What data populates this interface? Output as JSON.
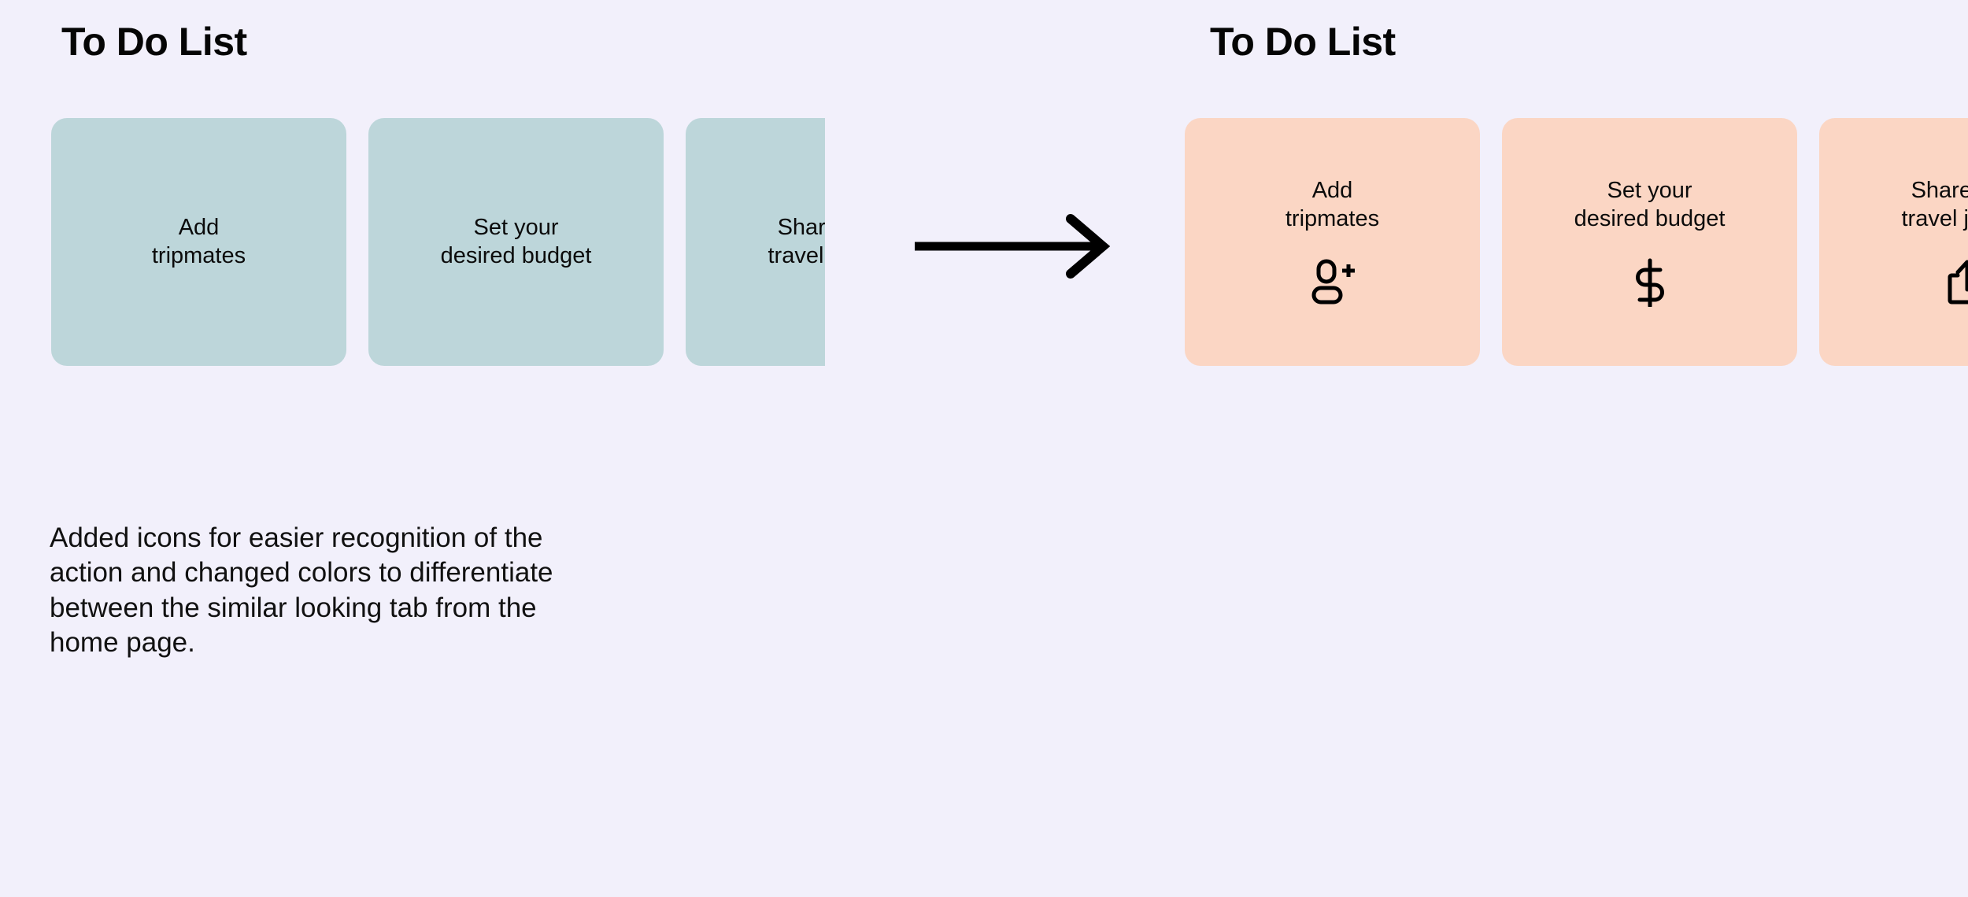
{
  "background_color": "#f2f0fb",
  "panels": [
    {
      "id": "before",
      "title": "To Do List",
      "card_color": "#bdd6da",
      "cards": [
        {
          "label": "Add\ntripmates",
          "icon": ""
        },
        {
          "label": "Set your\ndesired budget",
          "icon": ""
        },
        {
          "label": "Share your\ntravel journal",
          "icon": ""
        }
      ]
    },
    {
      "id": "after",
      "title": "To Do List",
      "card_color": "#fbd6c4",
      "cards": [
        {
          "label": "Add\ntripmates",
          "icon": "person-add-icon"
        },
        {
          "label": "Set your\ndesired budget",
          "icon": "dollar-sign-icon"
        },
        {
          "label": "Share your\ntravel journal",
          "icon": "share-icon"
        }
      ]
    }
  ],
  "arrow": {
    "name": "right-arrow-icon",
    "direction": "right",
    "color": "#000000"
  },
  "annotation": {
    "text": "Added icons for easier recognition of the action and changed colors to differentiate between the similar looking tab from the home page."
  }
}
